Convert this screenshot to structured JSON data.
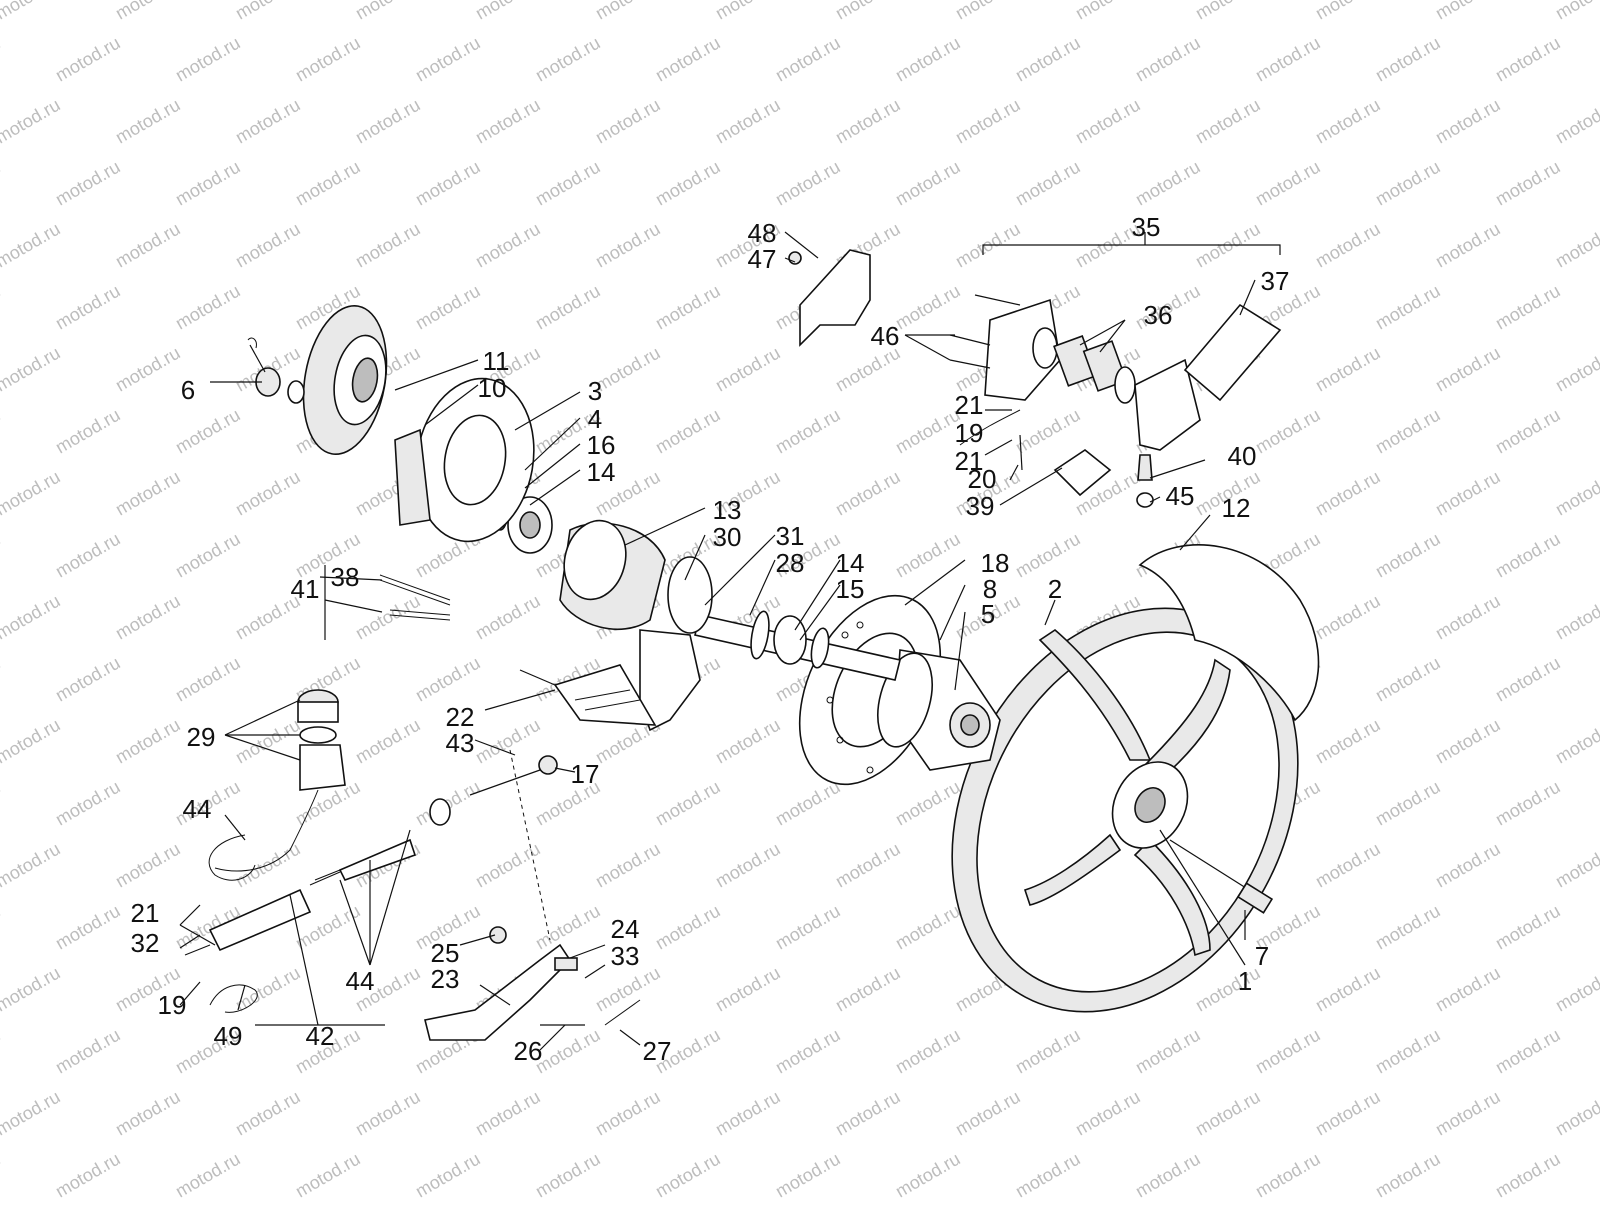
{
  "watermark": {
    "text": "motod.ru",
    "color": "#bdbdbd"
  },
  "callouts": [
    "1",
    "2",
    "3",
    "4",
    "5",
    "6",
    "7",
    "8",
    "10",
    "11",
    "12",
    "13",
    "14",
    "14",
    "15",
    "16",
    "17",
    "18",
    "19",
    "19",
    "20",
    "21",
    "21",
    "21",
    "22",
    "23",
    "24",
    "25",
    "26",
    "27",
    "28",
    "29",
    "30",
    "31",
    "32",
    "33",
    "35",
    "36",
    "37",
    "38",
    "39",
    "40",
    "41",
    "42",
    "43",
    "44",
    "44",
    "45",
    "46",
    "47",
    "48",
    "49"
  ]
}
